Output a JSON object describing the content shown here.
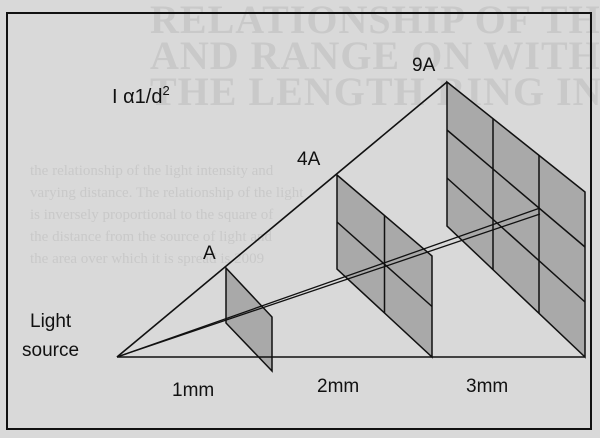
{
  "background": {
    "heading_lines": [
      "RELATIONSHIP OF THE LIGHT",
      "AND RANGE ON WITH VARYING",
      "THE LENGTH RING IN AND"
    ],
    "body_lines": [
      "the relationship of the light intensity and",
      "varying distance. The relationship of the light",
      "is inversely proportional to the square of",
      "the distance from the source of light and",
      "the area over which it is spread is 2009"
    ]
  },
  "diagram": {
    "formula": "I α1/d",
    "formula_exp": "2",
    "source_label_line1": "Light",
    "source_label_line2": "source",
    "squares": [
      {
        "label": "A",
        "distance_label": "1mm",
        "grid": 1
      },
      {
        "label": "4A",
        "distance_label": "2mm",
        "grid": 2
      },
      {
        "label": "9A",
        "distance_label": "3mm",
        "grid": 3
      }
    ],
    "colors": {
      "square_fill": "#a9a9a9",
      "line": "#111111",
      "panel_bg": "#d9d9d9"
    }
  }
}
